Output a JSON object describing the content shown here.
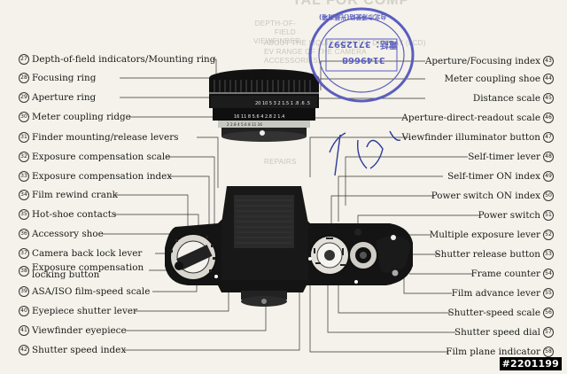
{
  "background_text": {
    "header": "TAL FOR COMP",
    "left_col_1": "DEPTH-OF-FIELD",
    "left_col_2": "VIEWFINDER",
    "mid_col_1": "ABOUT THE LIQUID CRYSTAL DISPLAY (LCD)",
    "mid_col_2": "EV RANGE OF THE CAMERA",
    "mid_col_3": "ACCESSORIES",
    "mid_col_4": "REPAIRS"
  },
  "callouts_left": [
    {
      "num": "27",
      "label": "Depth-of-field indicators/Mounting ring"
    },
    {
      "num": "28",
      "label": "Focusing ring"
    },
    {
      "num": "29",
      "label": "Aperture ring"
    },
    {
      "num": "30",
      "label": "Meter coupling ridge"
    },
    {
      "num": "31",
      "label": "Finder mounting/release levers"
    },
    {
      "num": "32",
      "label": "Exposure compensation scale"
    },
    {
      "num": "33",
      "label": "Exposure compensation index"
    },
    {
      "num": "34",
      "label": "Film rewind crank"
    },
    {
      "num": "35",
      "label": "Hot-shoe contacts"
    },
    {
      "num": "36",
      "label": "Accessory shoe"
    },
    {
      "num": "37",
      "label": "Camera back lock lever"
    },
    {
      "num": "38",
      "label": "Exposure compensation locking button"
    },
    {
      "num": "39",
      "label": "ASA/ISO film-speed scale"
    },
    {
      "num": "40",
      "label": "Eyepiece shutter lever"
    },
    {
      "num": "41",
      "label": "Viewfinder eyepiece"
    },
    {
      "num": "42",
      "label": "Shutter speed index"
    }
  ],
  "callouts_right": [
    {
      "num": "43",
      "label": "Aperture/Focusing index"
    },
    {
      "num": "44",
      "label": "Meter coupling shoe"
    },
    {
      "num": "45",
      "label": "Distance scale"
    },
    {
      "num": "46",
      "label": "Aperture-direct-readout scale"
    },
    {
      "num": "47",
      "label": "Viewfinder illuminator button"
    },
    {
      "num": "48",
      "label": "Self-timer lever"
    },
    {
      "num": "49",
      "label": "Self-timer ON index"
    },
    {
      "num": "50",
      "label": "Power switch ON index"
    },
    {
      "num": "51",
      "label": "Power switch"
    },
    {
      "num": "52",
      "label": "Multiple exposure lever"
    },
    {
      "num": "53",
      "label": "Shutter release button"
    },
    {
      "num": "54",
      "label": "Frame counter"
    },
    {
      "num": "55",
      "label": "Film advance lever"
    },
    {
      "num": "56",
      "label": "Shutter-speed scale"
    },
    {
      "num": "57",
      "label": "Shutter speed dial"
    },
    {
      "num": "58",
      "label": "Film plane indicator"
    }
  ],
  "lens_scale": {
    "distance": "20 10 5 3 2 1.5 1 .8 .6 .5",
    "aperture": "16 11 8 5.6 4 2.8 2 1.4",
    "aperture_readout": "2 2.8 4 5.6 8 11 16"
  },
  "stamp": {
    "line1": "電話：3712597",
    "line2": "3149668",
    "ring": "台北市博愛路(光華商場)"
  },
  "catalog_number": "#2201199"
}
